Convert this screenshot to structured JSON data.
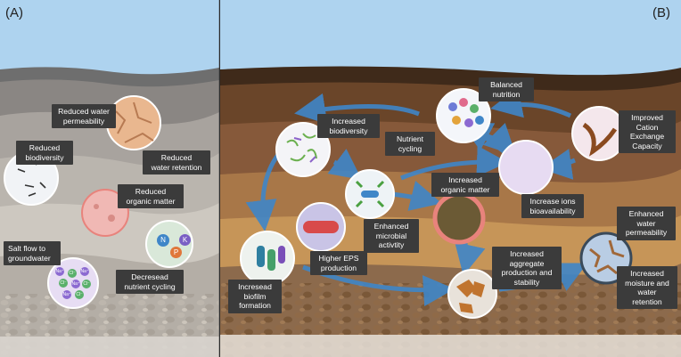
{
  "panels": {
    "a_label": "(A)",
    "b_label": "(B)"
  },
  "panel_a": {
    "labels": [
      "Reduced water\npermeability",
      "Reduced\nbiodiversity",
      "Reduced\nwater retention",
      "Reduced\norganic matter",
      "Salt flow to\ngroundwater",
      "Decresead\nnutrient cycling"
    ],
    "nutrients": [
      "N",
      "K",
      "P"
    ],
    "salt_ions": [
      "Na⁺",
      "Cl⁻",
      "Na⁺",
      "Cl⁻",
      "Na⁺",
      "Cl⁻",
      "Na⁺",
      "Cl⁻"
    ]
  },
  "panel_b": {
    "labels": [
      "Balanced\nnutrition",
      "Improved\nCation\nExchange\nCapacity",
      "Increased\nbiodiversity",
      "Nutrient\ncycling",
      "Increased\norganic matter",
      "Increase ions\nbioavailability",
      "Enhanced\nwater\npermeability",
      "Enhanced\nmicrobial\nactivtity",
      "Higher EPS\nproduction",
      "Increased\naggregate\nproduction and\nstability",
      "Increased\nmoisture and\nwater\nretention",
      "Incresead\nbiofilm\nformation"
    ]
  },
  "colors": {
    "sky": "#aed3ef",
    "soil_dark": "#5a3a22",
    "arrow": "#3f86c8",
    "label_bg": "#3b3b3b"
  }
}
